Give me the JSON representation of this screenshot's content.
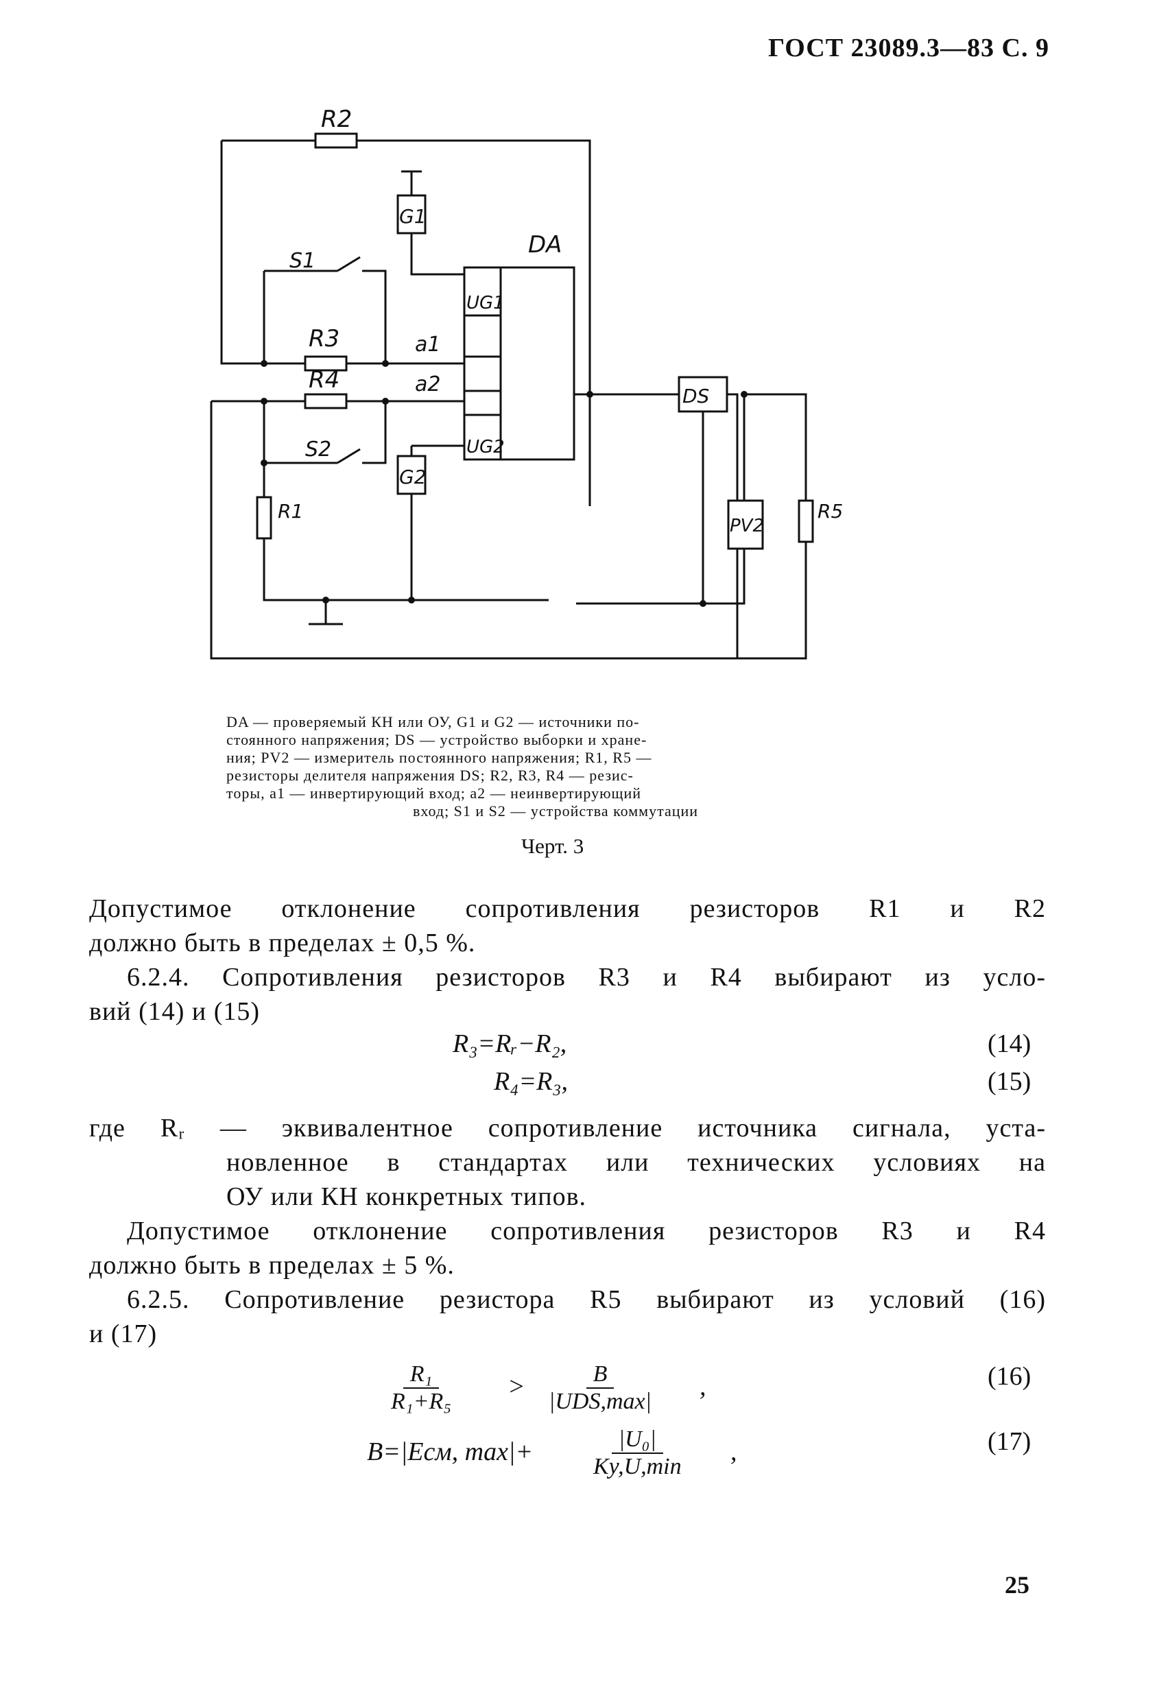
{
  "header": "ГОСТ 23089.3—83 С. 9",
  "diagram": {
    "labels": {
      "r1": "R1",
      "r2": "R2",
      "r3": "R3",
      "r4": "R4",
      "r5": "R5",
      "s1": "S1",
      "s2": "S2",
      "g1": "G1",
      "g2": "G2",
      "da": "DA",
      "ds": "DS",
      "pv2": "PV2",
      "ug1": "UG1",
      "ug2": "UG2",
      "a1": "a1",
      "a2": "a2"
    }
  },
  "caption": {
    "line1": "DA — проверяемый КН или ОУ, G1 и G2 — источники по-",
    "line2": "стоянного напряжения; DS — устройство выборки и хране-",
    "line3": "ния; PV2 — измеритель постоянного напряжения; R1, R5 —",
    "line4": "резисторы делителя напряжения DS; R2, R3, R4 — резис-",
    "line5": "торы, a1 — инвертирующий вход; a2 — неинвертирующий",
    "line6": "вход; S1 и S2 — устройства коммутации"
  },
  "figure_label": "Черт. 3",
  "body": {
    "p1_line1": "Допустимое отклонение сопротивления резисторов R1 и R2",
    "p1_line2": "должно быть в пределах ± 0,5 %.",
    "p2_line1": "6.2.4. Сопротивления резисторов R3 и R4 выбирают из усло-",
    "p2_line2": "вий (14) и (15)",
    "eq14": "R₃=Rᵣ−R₂,",
    "eq14_num": "(14)",
    "eq15": "R₄=R₃,",
    "eq15_num": "(15)",
    "where_line1": "где Rᵣ — эквивалентное сопротивление источника сигнала, уста-",
    "where_line2": "новленное в стандартах или технических условиях на",
    "where_line3": "ОУ или КН конкретных типов.",
    "p3_line1": "Допустимое отклонение сопротивления резисторов R3 и R4",
    "p3_line2": "должно быть в пределах ± 5 %.",
    "p4_line1": "6.2.5. Сопротивление резистора R5 выбирают из условий (16)",
    "p4_line2": "и (17)",
    "eq16_left_num": "R₁",
    "eq16_left_den": "R₁+R₅",
    "eq16_op": ">",
    "eq16_right_num": "B",
    "eq16_right_den": "|UDS,max|",
    "eq16_comma": ",",
    "eq16_num": "(16)",
    "eq17_left": "B=|Eсм, max|+",
    "eq17_right_num": "|U₀|",
    "eq17_right_den": "Kу,U,min",
    "eq17_comma": ",",
    "eq17_num": "(17)"
  },
  "page_number": "25"
}
